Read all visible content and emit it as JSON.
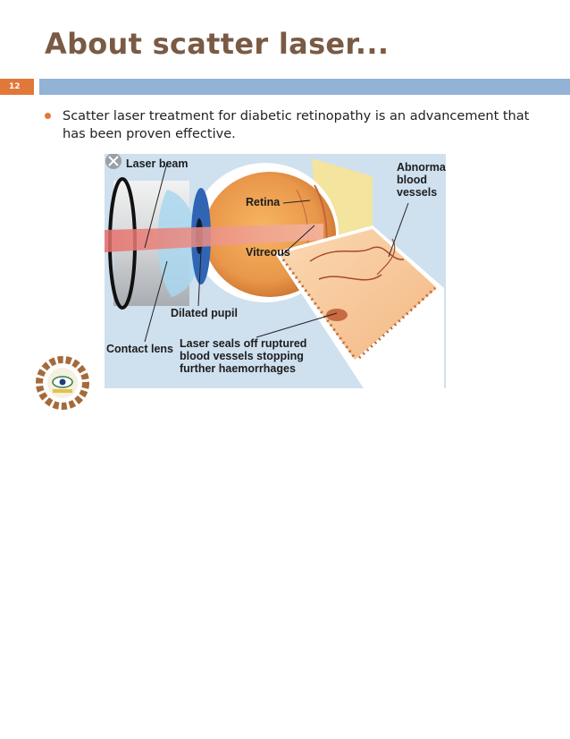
{
  "slide": {
    "title": "About scatter laser...",
    "number": "12"
  },
  "content": {
    "bullets": [
      "Scatter laser treatment for diabetic retinopathy is an advancement that has been proven effective."
    ]
  },
  "figure": {
    "labels": {
      "laser_beam": "Laser beam",
      "retina": "Retina",
      "vitreous": "Vitreous",
      "abnormal_blood_vessels": "Abnormal\nblood\nvessels",
      "dilated_pupil": "Dilated pupil",
      "contact_lens": "Contact lens",
      "laser_seals": "Laser seals off ruptured\nblood vessels stopping\nfurther haemorrhages"
    },
    "icons": [
      "close-x-icon"
    ]
  },
  "logo": {
    "icon": "organization-logo-icon"
  },
  "colors": {
    "title": "#7a5a44",
    "accent": "#e2773a",
    "rule": "#93b3d6"
  }
}
